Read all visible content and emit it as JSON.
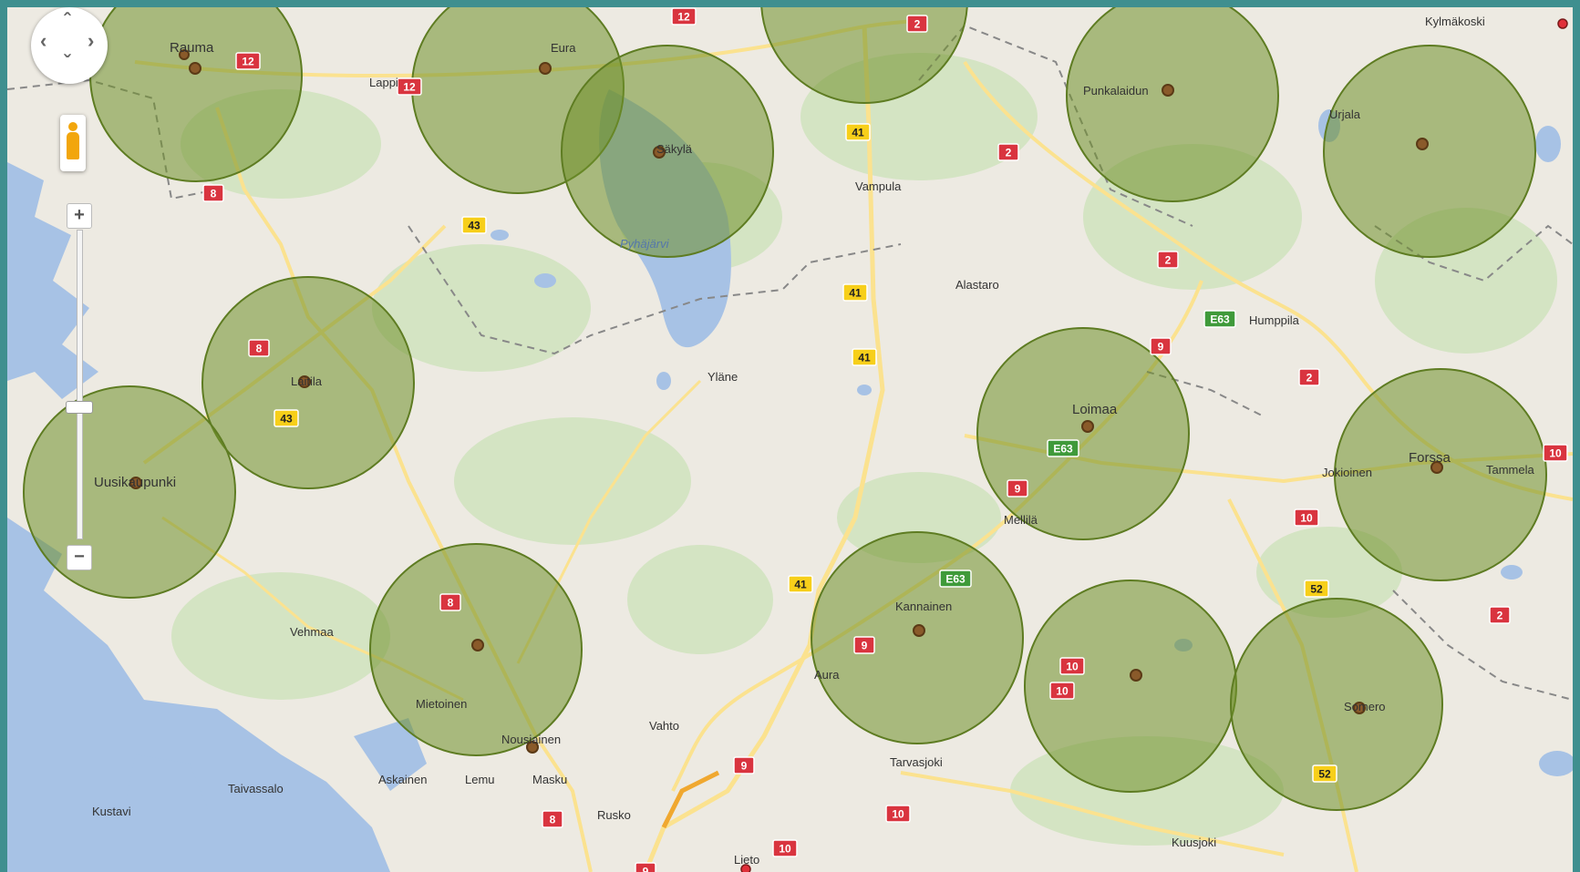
{
  "places": {
    "rauma": "Rauma",
    "lappi": "Lappi",
    "eura": "Eura",
    "sakyla": "Säkylä",
    "pyhajarvi": "Pyhäjärvi",
    "vampula": "Vampula",
    "punkalaidun": "Punkalaidun",
    "kylmakoski": "Kylmäkoski",
    "urjala": "Urjala",
    "alastaro": "Alastaro",
    "humppila": "Humppila",
    "laitila": "Laitila",
    "uusikaupunki": "Uusikaupunki",
    "ylane": "Yläne",
    "loimaa": "Loimaa",
    "mellila": "Mellilä",
    "jokioinen": "Jokioinen",
    "forssa": "Forssa",
    "tammela": "Tammela",
    "vehmaa": "Vehmaa",
    "mietoinen": "Mietoinen",
    "nousiainen": "Nousiainen",
    "vahto": "Vahto",
    "kannainen": "Kannainen",
    "aura": "Aura",
    "tarvasjoki": "Tarvasjoki",
    "somero": "Somero",
    "taivassalo": "Taivassalo",
    "askainen": "Askainen",
    "lemu": "Lemu",
    "masku": "Masku",
    "kustavi": "Kustavi",
    "rusko": "Rusko",
    "lieto": "Lieto",
    "kuusjoki": "Kuusjoki"
  },
  "road_shields": [
    {
      "label": "12",
      "kind": "red"
    },
    {
      "label": "12",
      "kind": "red"
    },
    {
      "label": "12",
      "kind": "red"
    },
    {
      "label": "8",
      "kind": "red"
    },
    {
      "label": "43",
      "kind": "yellow"
    },
    {
      "label": "41",
      "kind": "yellow"
    },
    {
      "label": "41",
      "kind": "yellow"
    },
    {
      "label": "41",
      "kind": "yellow"
    },
    {
      "label": "41",
      "kind": "yellow"
    },
    {
      "label": "2",
      "kind": "red"
    },
    {
      "label": "2",
      "kind": "red"
    },
    {
      "label": "2",
      "kind": "red"
    },
    {
      "label": "2",
      "kind": "red"
    },
    {
      "label": "2",
      "kind": "red"
    },
    {
      "label": "E63",
      "kind": "green"
    },
    {
      "label": "E63",
      "kind": "green"
    },
    {
      "label": "E63",
      "kind": "green"
    },
    {
      "label": "9",
      "kind": "red"
    },
    {
      "label": "9",
      "kind": "red"
    },
    {
      "label": "9",
      "kind": "red"
    },
    {
      "label": "9",
      "kind": "red"
    },
    {
      "label": "9",
      "kind": "red"
    },
    {
      "label": "8",
      "kind": "red"
    },
    {
      "label": "8",
      "kind": "red"
    },
    {
      "label": "43",
      "kind": "yellow"
    },
    {
      "label": "10",
      "kind": "red"
    },
    {
      "label": "10",
      "kind": "red"
    },
    {
      "label": "10",
      "kind": "red"
    },
    {
      "label": "10",
      "kind": "red"
    },
    {
      "label": "10",
      "kind": "red"
    },
    {
      "label": "10",
      "kind": "red"
    },
    {
      "label": "52",
      "kind": "yellow"
    },
    {
      "label": "52",
      "kind": "yellow"
    },
    {
      "label": "8",
      "kind": "red"
    }
  ],
  "controls": {
    "pan_left": "‹",
    "pan_right": "›",
    "pan_up": "ˆ",
    "pan_down": "ˇ",
    "zoom_in": "+",
    "zoom_out": "−"
  },
  "colors": {
    "land": "#edeae2",
    "water": "#a7c2e5",
    "forest": "#d4e4c3",
    "coverage_fill": "#6f8f2a",
    "shield_red": "#d9343f",
    "shield_yellow": "#f7cf1a",
    "shield_green": "#3f9a3a"
  }
}
